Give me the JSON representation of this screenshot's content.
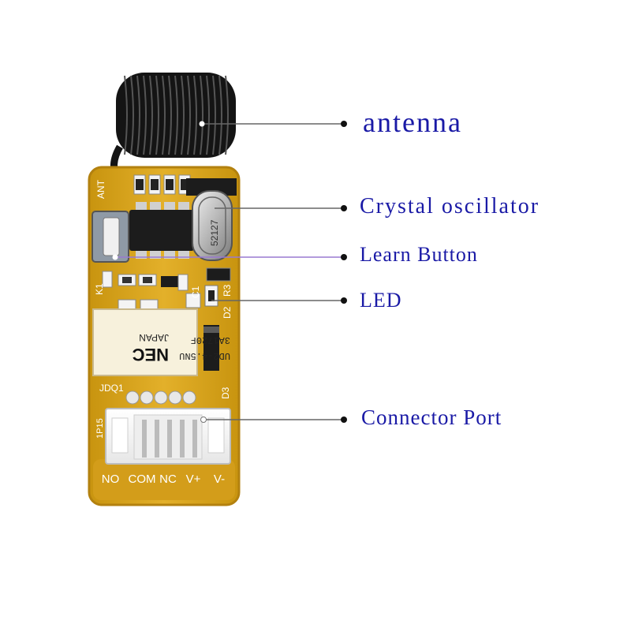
{
  "labels": {
    "antenna": "antenna",
    "crystal": "Crystal oscillator",
    "learn": "Learn Button",
    "led": "LED",
    "connector": "Connector Port"
  },
  "board": {
    "ant_mark": "ANT",
    "k1_mark": "K1",
    "c1_mark": "C1",
    "crystal_marking": "52127",
    "r3_mark": "R3",
    "d2_mark": "D2",
    "d3_mark": "D3",
    "relay_line1": "3A1720F",
    "relay_line2": "UD2-4.5NU",
    "relay_line3": "JAPAN",
    "relay_brand": "NEC",
    "jdq_mark": "JDQ1",
    "ip_mark": "1P15",
    "pins": [
      "NO",
      "COM",
      "NC",
      "V+",
      "V-"
    ]
  },
  "colors": {
    "label": "#1a1aa6",
    "pcb": "#d7a31c",
    "pcb_edge": "#b3810f",
    "leader": "#666666",
    "learn_leader": "#9a7ad0"
  }
}
